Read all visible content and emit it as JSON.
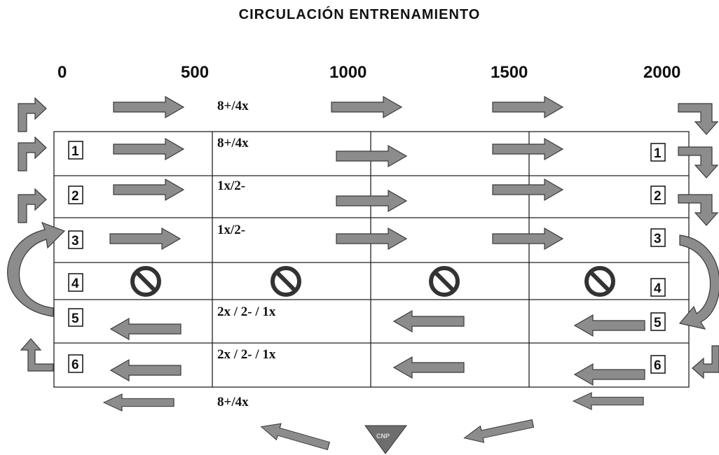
{
  "title": "CIRCULACIÓN ENTRENAMIENTO",
  "distances": [
    "0",
    "500",
    "1000",
    "1500",
    "2000"
  ],
  "lane_numbers": [
    "1",
    "2",
    "3",
    "4",
    "5",
    "6"
  ],
  "set_labels": {
    "top_outside": "8+/4x",
    "lane1": "8+/4x",
    "lane2": "1x/2-",
    "lane3": "1x/2-",
    "lane5": "2x / 2- / 1x",
    "lane6": "2x / 2- / 1x",
    "bottom_outside": "8+/4x"
  },
  "lane4_symbol": "no-entry-icon",
  "logo_text": "CNP",
  "colors": {
    "arrow_fill": "#8c8c8c",
    "arrow_stroke": "#3a3a3a",
    "border": "#222222"
  }
}
